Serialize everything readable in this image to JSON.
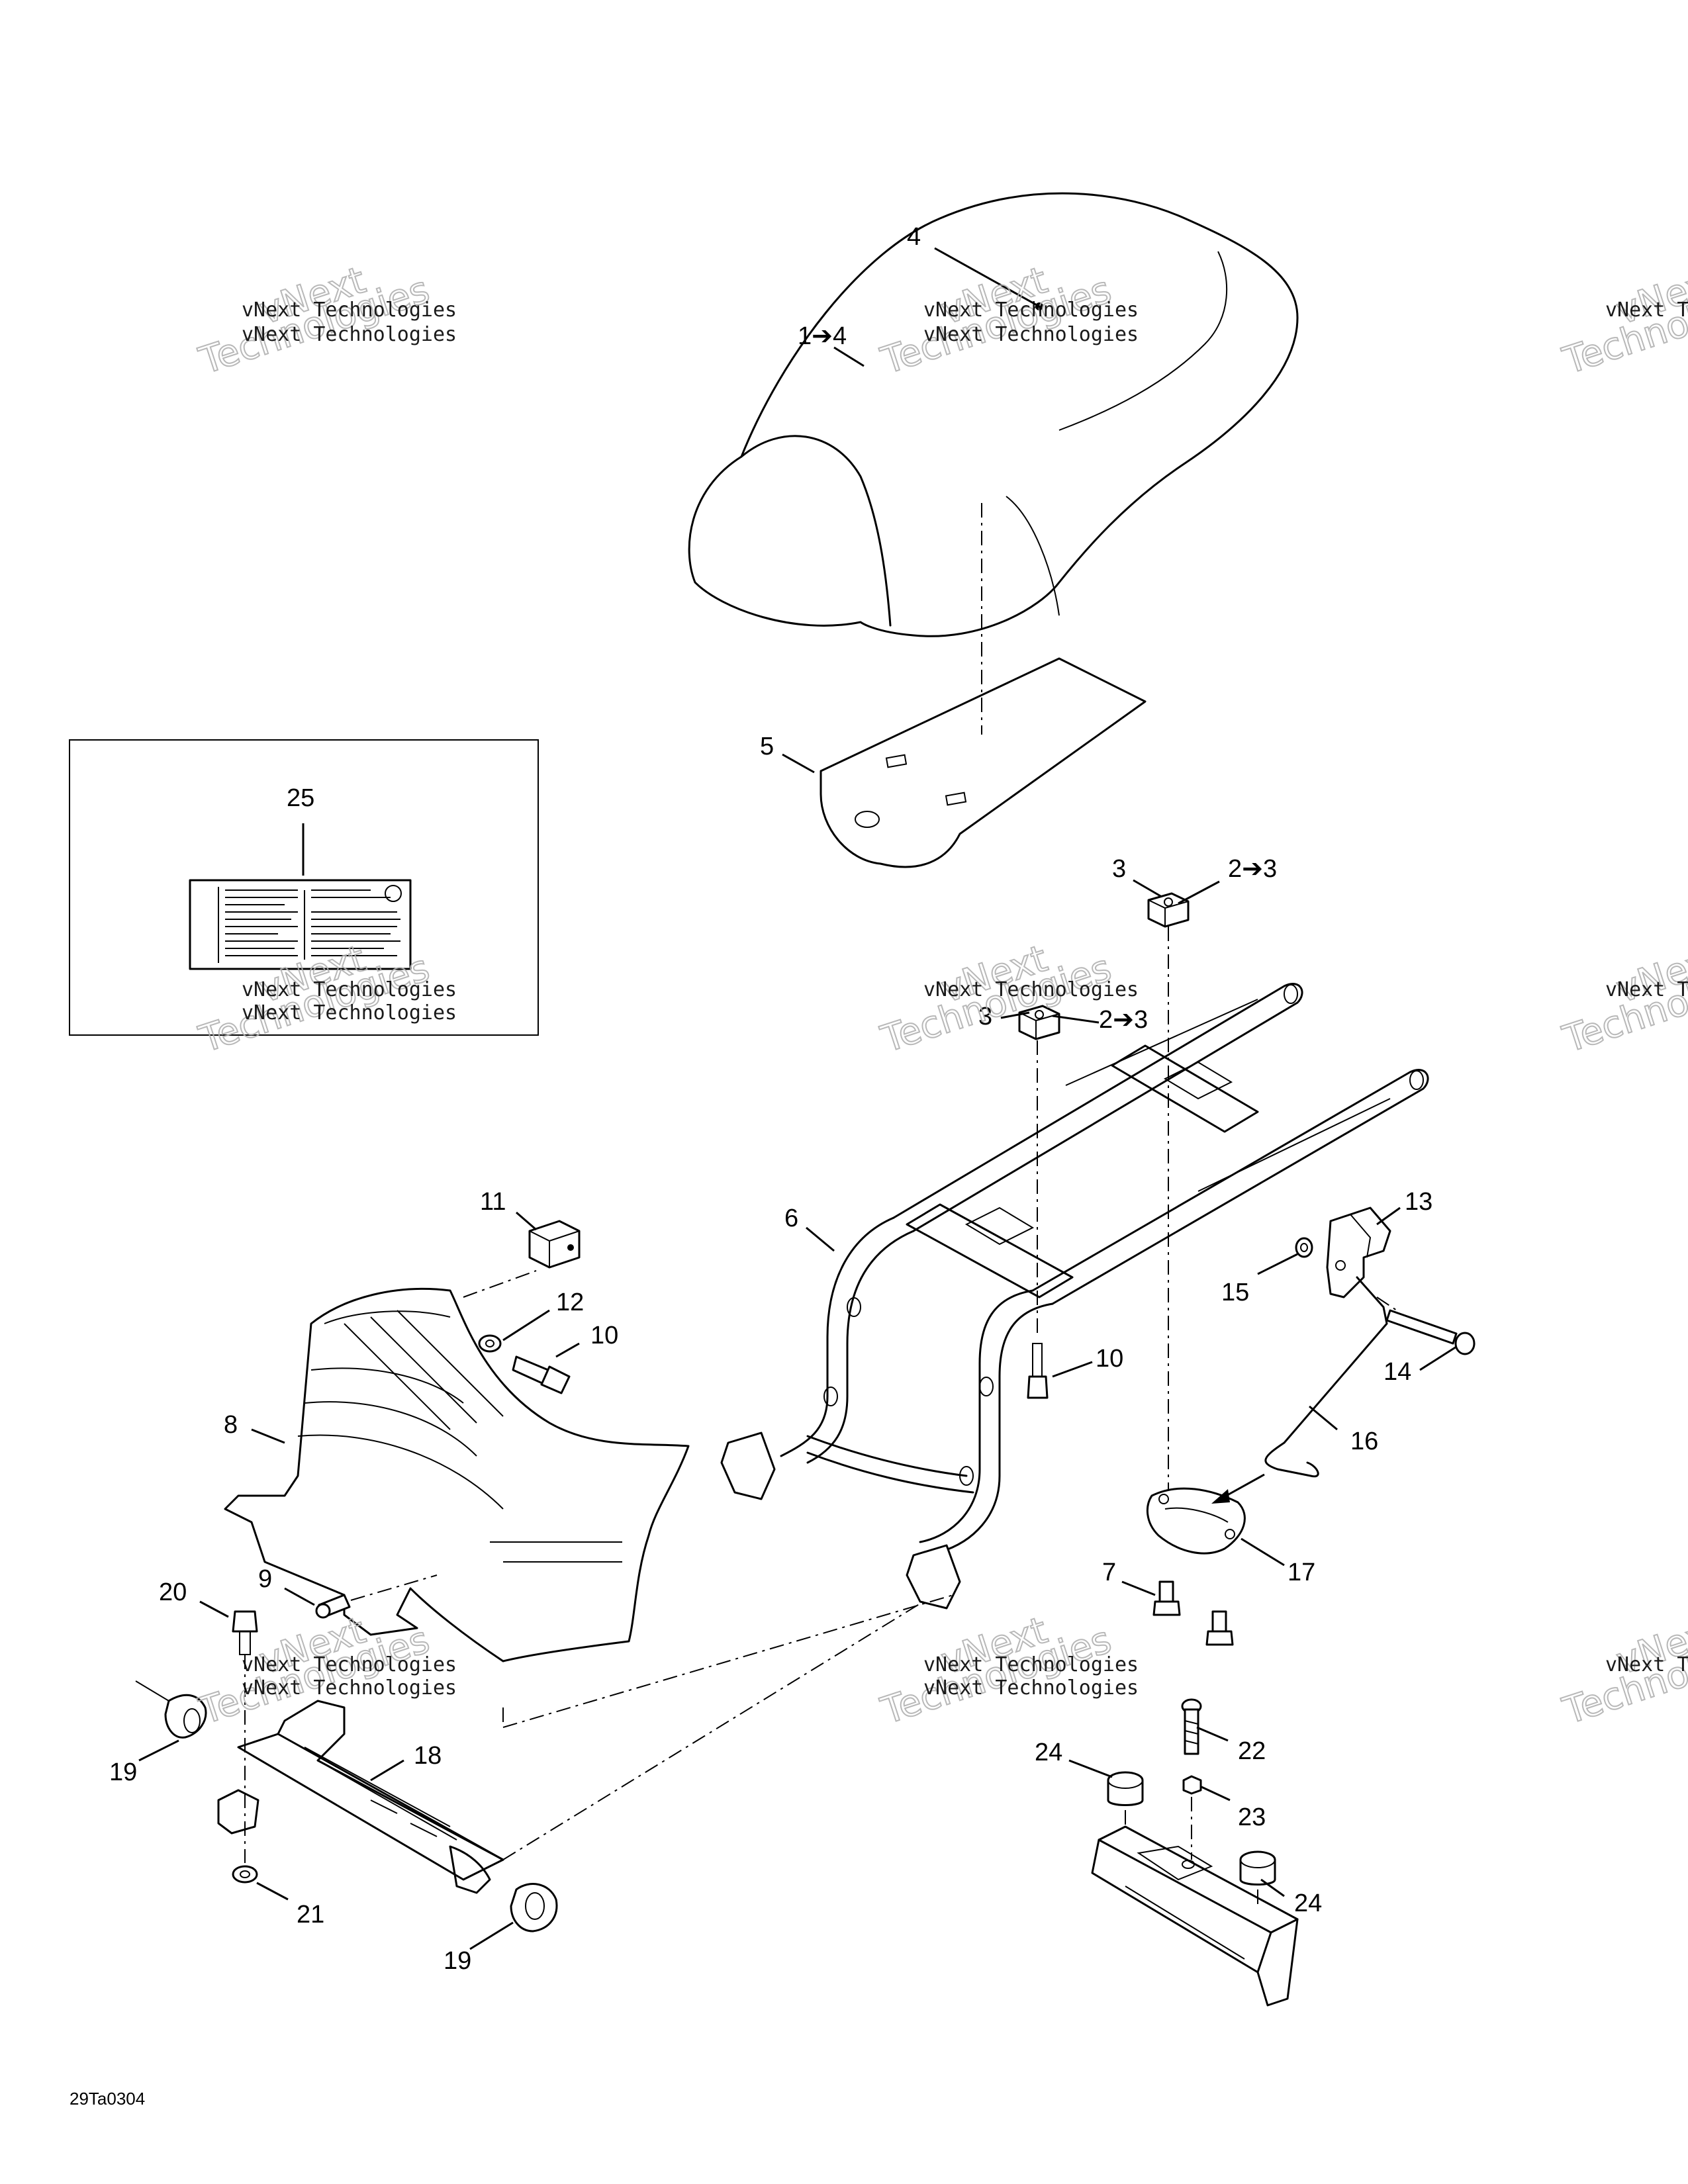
{
  "callouts": {
    "c1_4": "1➔4",
    "c4": "4",
    "c5": "5",
    "c25": "25",
    "c3a": "3",
    "c2_3a": "2➔3",
    "c3b": "3",
    "c2_3b": "2➔3",
    "c6": "6",
    "c11": "11",
    "c12": "12",
    "c10a": "10",
    "c10b": "10",
    "c8": "8",
    "c13": "13",
    "c15": "15",
    "c14": "14",
    "c16": "16",
    "c17": "17",
    "c7": "7",
    "c9": "9",
    "c20": "20",
    "c19a": "19",
    "c18": "18",
    "c21": "21",
    "c19b": "19",
    "c24a": "24",
    "c22": "22",
    "c23": "23",
    "c24b": "24"
  },
  "watermark": {
    "line1": "vNext Technologies",
    "big_top": "vNext",
    "big_bottom": "Technologies"
  },
  "figure_code": "29Ta0304"
}
